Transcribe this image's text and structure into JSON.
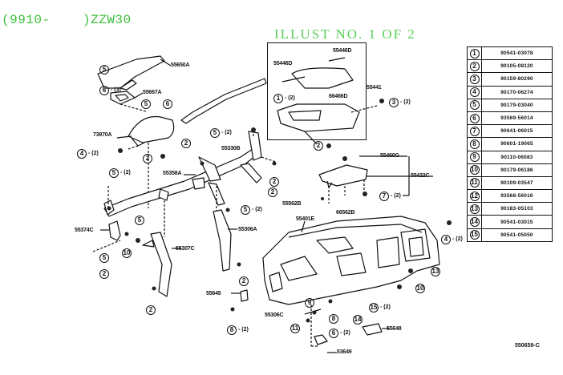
{
  "header": {
    "model_code": "(9910-    )ZZW30",
    "illustration_label": "ILLUST NO. 1 OF 2",
    "figure_code": "550659-C"
  },
  "callouts": [
    {
      "id": "label-55650a",
      "text": "55650A"
    },
    {
      "id": "label-55667a",
      "text": "55667A"
    },
    {
      "id": "label-73970a",
      "text": "73970A"
    },
    {
      "id": "label-55330b",
      "text": "55330B"
    },
    {
      "id": "label-55358a",
      "text": "55358A"
    },
    {
      "id": "label-55446d-top",
      "text": "55446D"
    },
    {
      "id": "label-55446d-left",
      "text": "55446D"
    },
    {
      "id": "label-66466d",
      "text": "66466D"
    },
    {
      "id": "label-55441",
      "text": "55441"
    },
    {
      "id": "label-55460g",
      "text": "55460G"
    },
    {
      "id": "label-55422c",
      "text": "55422C"
    },
    {
      "id": "label-55562b-left",
      "text": "55562B"
    },
    {
      "id": "label-55562b-bottom",
      "text": "66562B"
    },
    {
      "id": "label-55401e",
      "text": "55401E"
    },
    {
      "id": "label-55374c",
      "text": "55374C"
    },
    {
      "id": "label-55307c",
      "text": "55307C"
    },
    {
      "id": "label-55306a",
      "text": "55306A"
    },
    {
      "id": "label-55645",
      "text": "55645"
    },
    {
      "id": "label-55306c",
      "text": "55306C"
    },
    {
      "id": "label-55648",
      "text": "55648"
    },
    {
      "id": "label-55649",
      "text": "53649"
    }
  ],
  "refs": [
    {
      "id": "ref-5-a",
      "num": "5",
      "qty": ""
    },
    {
      "id": "ref-6-a",
      "num": "6",
      "qty": "- (3)"
    },
    {
      "id": "ref-5-b",
      "num": "5",
      "qty": ""
    },
    {
      "id": "ref-6-b",
      "num": "6",
      "qty": ""
    },
    {
      "id": "ref-2-a",
      "num": "2",
      "qty": ""
    },
    {
      "id": "ref-4-a",
      "num": "4",
      "qty": "- (2)"
    },
    {
      "id": "ref-5-c",
      "num": "5",
      "qty": "- (2)"
    },
    {
      "id": "ref-2-b",
      "num": "2",
      "qty": ""
    },
    {
      "id": "ref-5-d",
      "num": "5",
      "qty": "- (2)"
    },
    {
      "id": "ref-2-c",
      "num": "2",
      "qty": ""
    },
    {
      "id": "ref-1-a",
      "num": "1",
      "qty": "- (2)"
    },
    {
      "id": "ref-3-a",
      "num": "3",
      "qty": "- (2)"
    },
    {
      "id": "ref-2-d",
      "num": "2",
      "qty": ""
    },
    {
      "id": "ref-2-e",
      "num": "2",
      "qty": ""
    },
    {
      "id": "ref-7-a",
      "num": "7",
      "qty": "- (2)"
    },
    {
      "id": "ref-5-e",
      "num": "5",
      "qty": "- (2)"
    },
    {
      "id": "ref-5-f",
      "num": "5",
      "qty": ""
    },
    {
      "id": "ref-10-a",
      "num": "10",
      "qty": ""
    },
    {
      "id": "ref-5-g",
      "num": "5",
      "qty": ""
    },
    {
      "id": "ref-2-f",
      "num": "2",
      "qty": ""
    },
    {
      "id": "ref-2-g",
      "num": "2",
      "qty": ""
    },
    {
      "id": "ref-2-h",
      "num": "2",
      "qty": ""
    },
    {
      "id": "ref-4-b",
      "num": "4",
      "qty": "- (2)"
    },
    {
      "id": "ref-13-a",
      "num": "13",
      "qty": ""
    },
    {
      "id": "ref-10-b",
      "num": "10",
      "qty": ""
    },
    {
      "id": "ref-9-a",
      "num": "9",
      "qty": ""
    },
    {
      "id": "ref-14-a",
      "num": "14",
      "qty": ""
    },
    {
      "id": "ref-15-a",
      "num": "15",
      "qty": "- (2)"
    },
    {
      "id": "ref-8-a",
      "num": "8",
      "qty": "- (2)"
    },
    {
      "id": "ref-8-b",
      "num": "8",
      "qty": ""
    },
    {
      "id": "ref-6-c",
      "num": "6",
      "qty": "- (2)"
    },
    {
      "id": "ref-11-a",
      "num": "11",
      "qty": ""
    }
  ],
  "parts_table": [
    {
      "num": "1",
      "part_no": "90541-03078"
    },
    {
      "num": "2",
      "part_no": "90105-08120"
    },
    {
      "num": "3",
      "part_no": "90159-80290"
    },
    {
      "num": "4",
      "part_no": "90170-06274"
    },
    {
      "num": "5",
      "part_no": "90179-03040"
    },
    {
      "num": "6",
      "part_no": "93569-56014"
    },
    {
      "num": "7",
      "part_no": "90641-06015"
    },
    {
      "num": "8",
      "part_no": "90601-19065"
    },
    {
      "num": "9",
      "part_no": "90110-06083"
    },
    {
      "num": "10",
      "part_no": "90179-06186"
    },
    {
      "num": "11",
      "part_no": "90109-03547"
    },
    {
      "num": "12",
      "part_no": "93568-56016"
    },
    {
      "num": "13",
      "part_no": "90183-05103"
    },
    {
      "num": "14",
      "part_no": "90541-03015"
    },
    {
      "num": "15",
      "part_no": "90541-05050"
    }
  ]
}
